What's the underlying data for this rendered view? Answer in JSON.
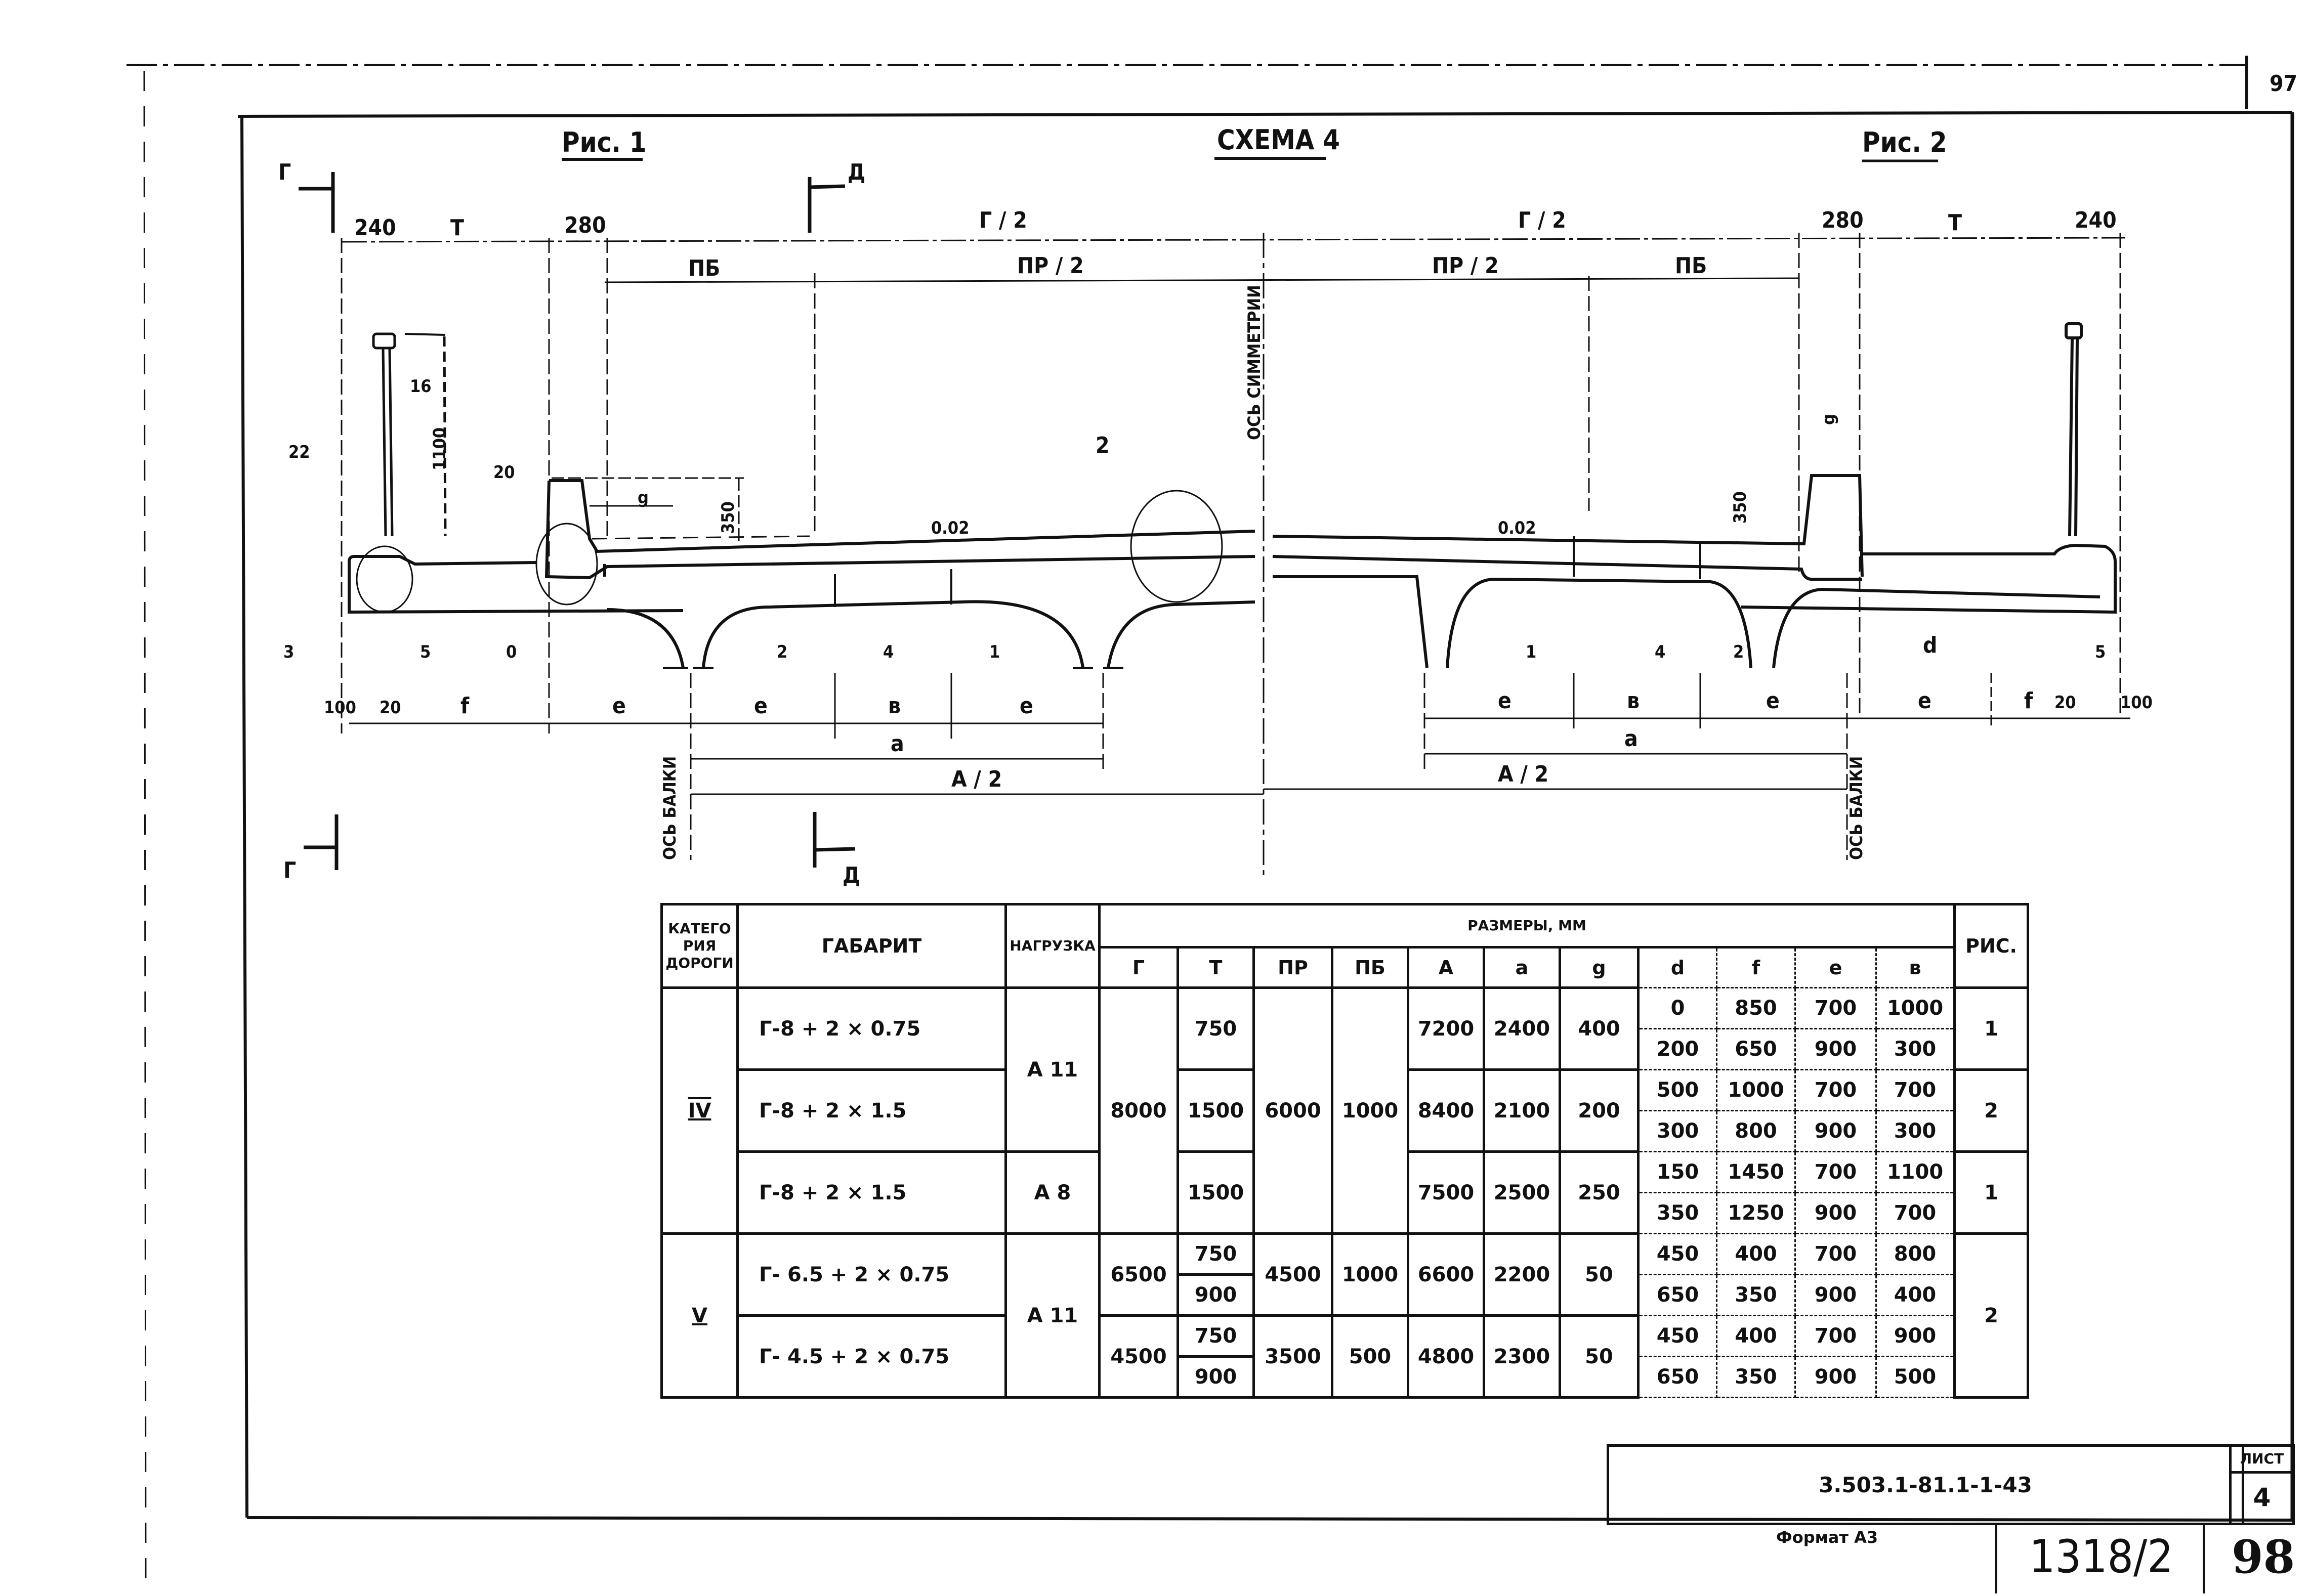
{
  "header": {
    "scheme_title": "СХЕМА 4",
    "fig1_title": "Рис. 1",
    "fig2_title": "Рис. 2",
    "top_page_number": "97"
  },
  "section_marks": {
    "left_top": "Г",
    "left_bottom": "Г",
    "mid_top": "Д",
    "mid_bottom": "Д"
  },
  "drawing": {
    "dim_top_left": [
      "240",
      "Т",
      "280"
    ],
    "dim_top_right": [
      "280",
      "Т",
      "240"
    ],
    "half_gabarit_left": "Г / 2",
    "half_gabarit_right": "Г / 2",
    "pb_left": "ПБ",
    "pr_half_left": "ПР / 2",
    "pr_half_right": "ПР / 2",
    "pb_right": "ПБ",
    "symmetry_axis": "ОСЬ СИММЕТРИИ",
    "beam_axis_left": "ОСЬ БАЛКИ",
    "beam_axis_right": "ОСЬ БАЛКИ",
    "slope_left": "0.02",
    "slope_right": "0.02",
    "railing_height": "1100",
    "curb_height_left": "350",
    "curb_height_right": "350",
    "curb_dim_g_left": "g",
    "curb_dim_g_right": "g",
    "callouts_left": [
      "22",
      "16",
      "20",
      "2",
      "3",
      "5",
      "0",
      "2",
      "4",
      "1"
    ],
    "callouts_right": [
      "1",
      "4",
      "2",
      "d",
      "5"
    ],
    "bottom_dims_left": [
      "100",
      "20",
      "f",
      "e",
      "e",
      "в",
      "e"
    ],
    "bottom_dims_right": [
      "e",
      "в",
      "e",
      "e",
      "f",
      "20",
      "100"
    ],
    "dim_a_left": "a",
    "dim_a_right": "a",
    "dim_A_half_left": "A / 2",
    "dim_A_half_right": "A / 2"
  },
  "table": {
    "headers": {
      "category": "КАТЕГО РИЯ ДОРОГИ",
      "gabarit": "ГАБАРИТ",
      "load": "НАГРУЗКА",
      "sizes": "РАЗМЕРЫ, ММ",
      "fig": "РИС.",
      "cols": [
        "Г",
        "Т",
        "ПР",
        "ПБ",
        "A",
        "a",
        "g",
        "d",
        "f",
        "e",
        "в"
      ]
    },
    "groups": [
      {
        "category": "IV",
        "rows": [
          {
            "gabarit": "Г-8 + 2 × 0.75",
            "load": "А 11",
            "G": "8000",
            "T": [
              "750"
            ],
            "PR": "6000",
            "PB": "1000",
            "A": "7200",
            "a": "2400",
            "g": "400",
            "sub": [
              [
                "0",
                "850",
                "700",
                "1000"
              ],
              [
                "200",
                "650",
                "900",
                "300"
              ]
            ],
            "fig": "1"
          },
          {
            "gabarit": "Г-8 + 2 × 1.5",
            "load": "А 11",
            "G": "8000",
            "T": [
              "1500"
            ],
            "PR": "6000",
            "PB": "1000",
            "A": "8400",
            "a": "2100",
            "g": "200",
            "sub": [
              [
                "500",
                "1000",
                "700",
                "700"
              ],
              [
                "300",
                "800",
                "900",
                "300"
              ]
            ],
            "fig": "2"
          },
          {
            "gabarit": "Г-8 + 2 × 1.5",
            "load": "А 8",
            "G": "8000",
            "T": [
              "1500"
            ],
            "PR": "6000",
            "PB": "1000",
            "A": "7500",
            "a": "2500",
            "g": "250",
            "sub": [
              [
                "150",
                "1450",
                "700",
                "1100"
              ],
              [
                "350",
                "1250",
                "900",
                "700"
              ]
            ],
            "fig": "1"
          }
        ]
      },
      {
        "category": "V",
        "rows": [
          {
            "gabarit": "Г- 6.5 + 2 × 0.75",
            "load": "А 11",
            "G": "6500",
            "T": [
              "750",
              "900"
            ],
            "PR": "4500",
            "PB": "1000",
            "A": "6600",
            "a": "2200",
            "g": "50",
            "sub": [
              [
                "450",
                "400",
                "700",
                "800"
              ],
              [
                "650",
                "350",
                "900",
                "400"
              ]
            ],
            "fig": "2"
          },
          {
            "gabarit": "Г- 4.5 + 2 × 0.75",
            "load": "А 11",
            "G": "4500",
            "T": [
              "750",
              "900"
            ],
            "PR": "3500",
            "PB": "500",
            "A": "4800",
            "a": "2300",
            "g": "50",
            "sub": [
              [
                "450",
                "400",
                "700",
                "900"
              ],
              [
                "650",
                "350",
                "900",
                "500"
              ]
            ],
            "fig": "2"
          }
        ]
      }
    ]
  },
  "title_block": {
    "code": "3.503.1-81.1-1-43",
    "sheet_caption": "ЛИСТ",
    "sheet_number": "4",
    "format": "Формат А3",
    "archive_number": "1318/2",
    "page_number": "98"
  }
}
